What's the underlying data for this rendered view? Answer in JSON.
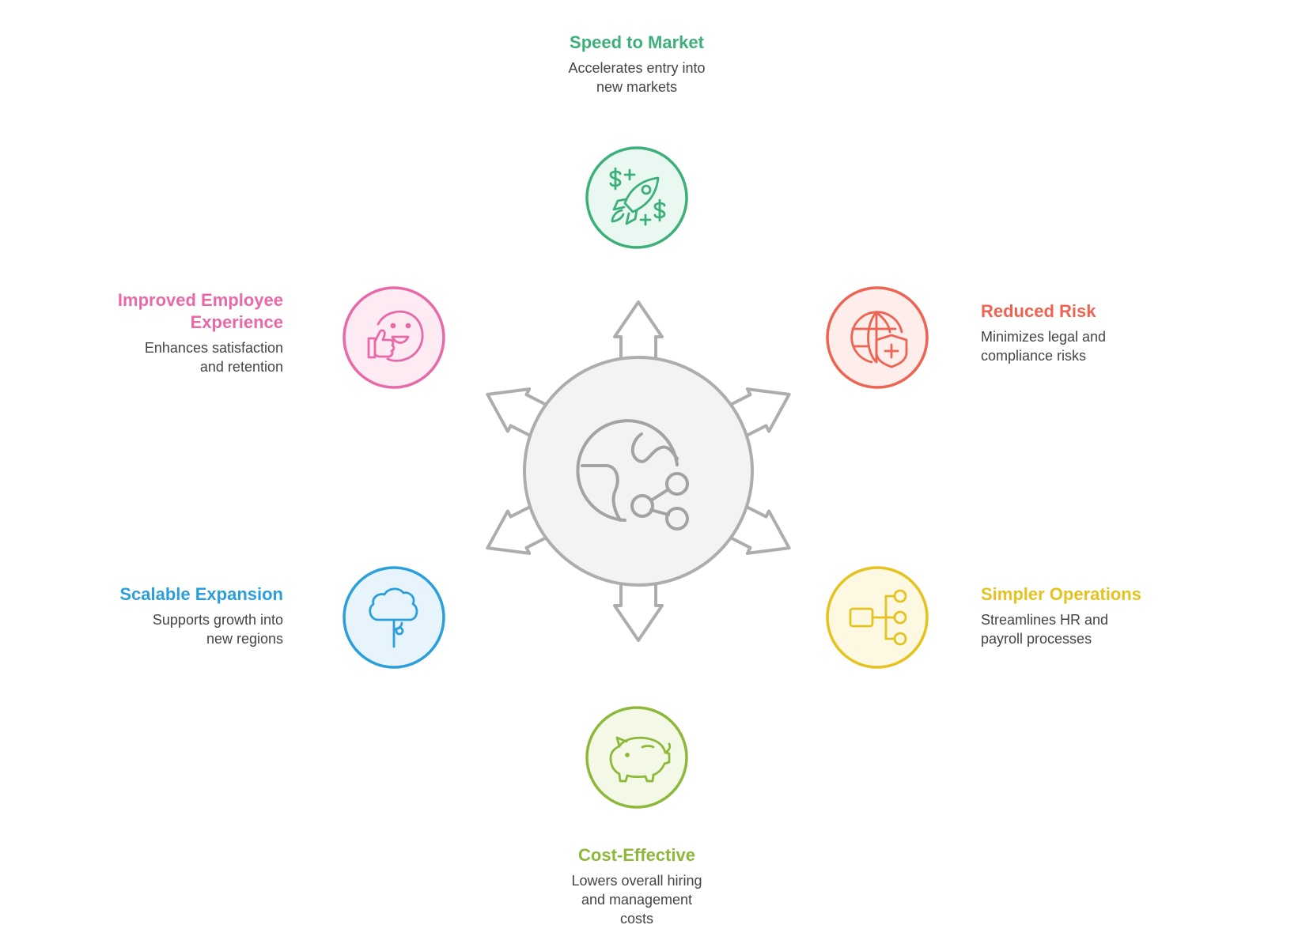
{
  "nodes": {
    "speed": {
      "title": "Speed to Market",
      "desc_lines": [
        "Accelerates entry into",
        "new markets"
      ],
      "color": "#3DB07A",
      "fill": "#E9F8F1",
      "icon": "rocket-dollar-icon"
    },
    "risk": {
      "title": "Reduced Risk",
      "desc_lines": [
        "Minimizes legal and",
        "compliance risks"
      ],
      "color": "#EE6352",
      "fill": "#FDEDEB",
      "icon": "globe-shield-icon"
    },
    "ops": {
      "title": "Simpler Operations",
      "desc_lines": [
        "Streamlines HR and",
        "payroll processes"
      ],
      "color": "#E6C21F",
      "fill": "#FDF8E2",
      "icon": "flow-branch-icon"
    },
    "cost": {
      "title": "Cost-Effective",
      "desc_lines": [
        "Lowers overall hiring",
        "and management",
        "costs"
      ],
      "color": "#8DB83A",
      "fill": "#F3F9E6",
      "icon": "piggy-bank-icon"
    },
    "scalable": {
      "title": "Scalable Expansion",
      "desc_lines": [
        "Supports growth into",
        "new regions"
      ],
      "color": "#2A9FDB",
      "fill": "#E8F4FC",
      "icon": "tree-icon"
    },
    "employee": {
      "title_lines": [
        "Improved Employee",
        "Experience"
      ],
      "desc_lines": [
        "Enhances satisfaction",
        "and retention"
      ],
      "color": "#E868A8",
      "fill": "#FDEBF4",
      "icon": "thumbs-up-smiley-icon"
    }
  },
  "center": {
    "icon": "globe-network-icon",
    "color": "#A3A3A3",
    "fill": "#F3F2F5"
  }
}
